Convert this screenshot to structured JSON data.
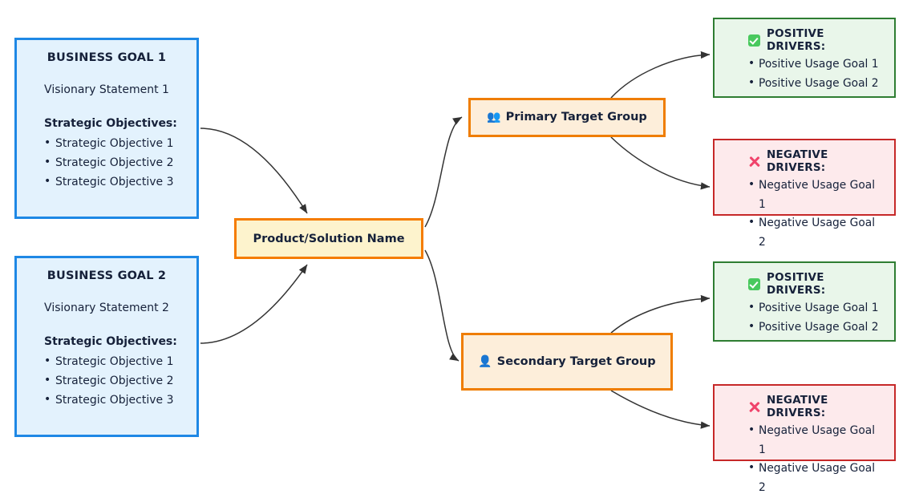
{
  "diagram": {
    "type": "flowchart",
    "background": "#ffffff",
    "edge_color": "#333333"
  },
  "colors": {
    "goal_border": "#1e88e5",
    "goal_fill": "#e3f2fd",
    "product_border": "#f57c00",
    "product_fill": "#fdf3cd",
    "target_border": "#ef7d00",
    "target_fill": "#fdeeda",
    "positive_border": "#2e7d32",
    "positive_fill": "#e9f6ea",
    "negative_border": "#c62828",
    "negative_fill": "#fdeaec",
    "icon_purple": "#5b2d8e",
    "check_green": "#49c95e",
    "cross_pink": "#f0436b"
  },
  "goals": [
    {
      "title": "BUSINESS GOAL 1",
      "vision": "Visionary Statement 1",
      "objectives_label": "Strategic Objectives:",
      "objectives": [
        "Strategic Objective 1",
        "Strategic Objective 2",
        "Strategic Objective 3"
      ]
    },
    {
      "title": "BUSINESS GOAL 2",
      "vision": "Visionary Statement 2",
      "objectives_label": "Strategic Objectives:",
      "objectives": [
        "Strategic Objective 1",
        "Strategic Objective 2",
        "Strategic Objective 3"
      ]
    }
  ],
  "product": {
    "label": "Product/Solution Name"
  },
  "targets": [
    {
      "label": "Primary Target Group",
      "icon": "two-people-icon",
      "icon_glyph": "👥"
    },
    {
      "label": "Secondary Target Group",
      "icon": "person-icon",
      "icon_glyph": "👤"
    }
  ],
  "drivers": [
    {
      "group": "primary",
      "positive": {
        "heading": "POSITIVE DRIVERS:",
        "icon": "check-mark-icon",
        "items": [
          "Positive Usage Goal 1",
          "Positive Usage Goal 2"
        ]
      },
      "negative": {
        "heading": "NEGATIVE DRIVERS:",
        "icon": "cross-mark-icon",
        "items": [
          "Negative Usage Goal 1",
          "Negative Usage Goal 2"
        ]
      }
    },
    {
      "group": "secondary",
      "positive": {
        "heading": "POSITIVE DRIVERS:",
        "icon": "check-mark-icon",
        "items": [
          "Positive Usage Goal 1",
          "Positive Usage Goal 2"
        ]
      },
      "negative": {
        "heading": "NEGATIVE DRIVERS:",
        "icon": "cross-mark-icon",
        "items": [
          "Negative Usage Goal 1",
          "Negative Usage Goal 2"
        ]
      }
    }
  ]
}
